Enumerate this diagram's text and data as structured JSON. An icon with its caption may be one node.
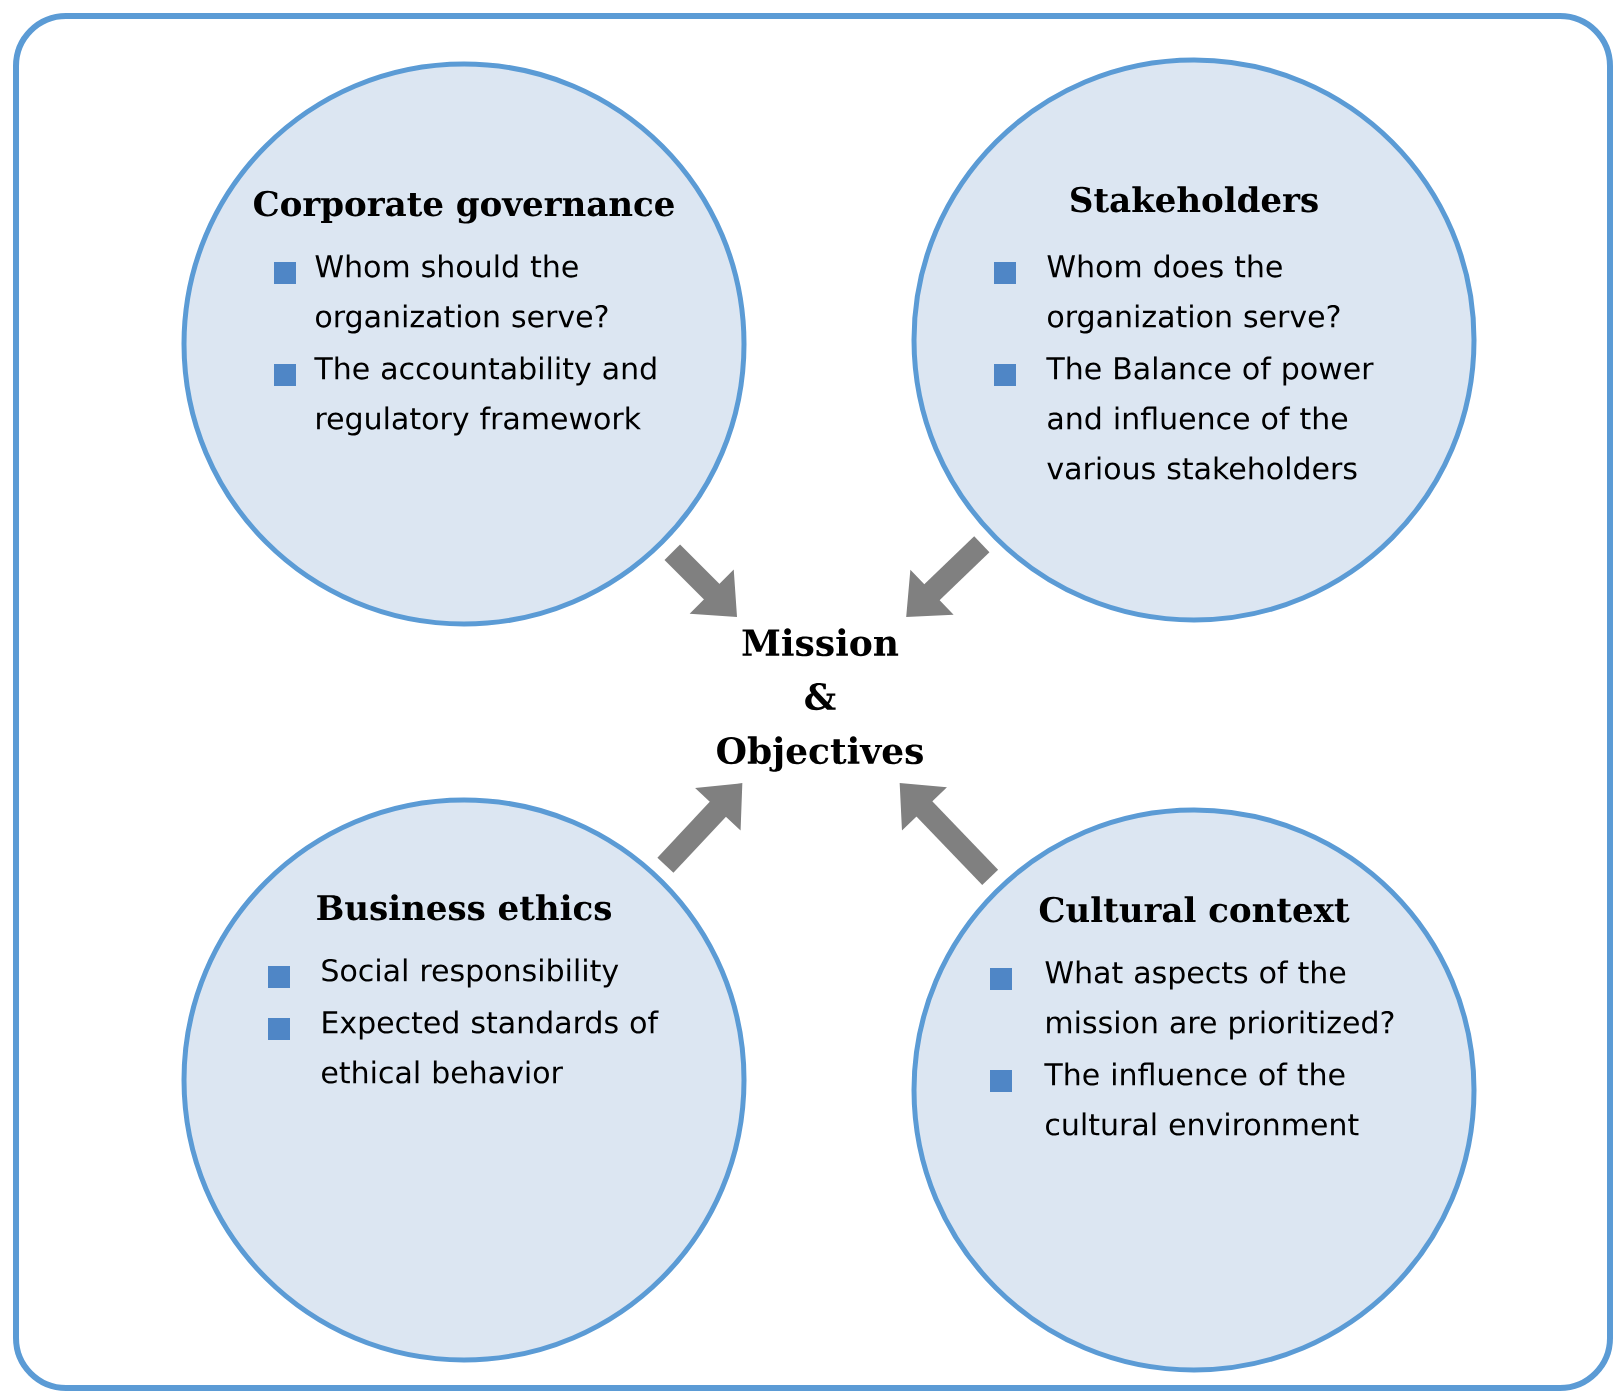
{
  "diagram": {
    "nodes": [
      {
        "text": [
          "Corporate governance",
          "Whom should the organization serve?",
          "The accountability and regulatory framework"
        ]
      },
      {
        "text": [
          "Stakeholders",
          "Whom does the organization serve?",
          "The Balance of power and influence of the various stakeholders"
        ]
      },
      {
        "text": [
          "Business ethics",
          "Social responsibility",
          "Expected standards of ethical behavior"
        ]
      },
      {
        "text": [
          "Cultural context",
          "What aspects of the mission are prioritized?",
          "The influence of the cultural environment"
        ]
      },
      {
        "text": [
          "Mission & Objectives"
        ]
      }
    ],
    "edges": [
      {
        "from": 0,
        "to": 4,
        "arrow": "to"
      },
      {
        "from": 1,
        "to": 4,
        "arrow": "to"
      },
      {
        "from": 2,
        "to": 4,
        "arrow": "to"
      },
      {
        "from": 3,
        "to": 4,
        "arrow": "to"
      }
    ]
  }
}
